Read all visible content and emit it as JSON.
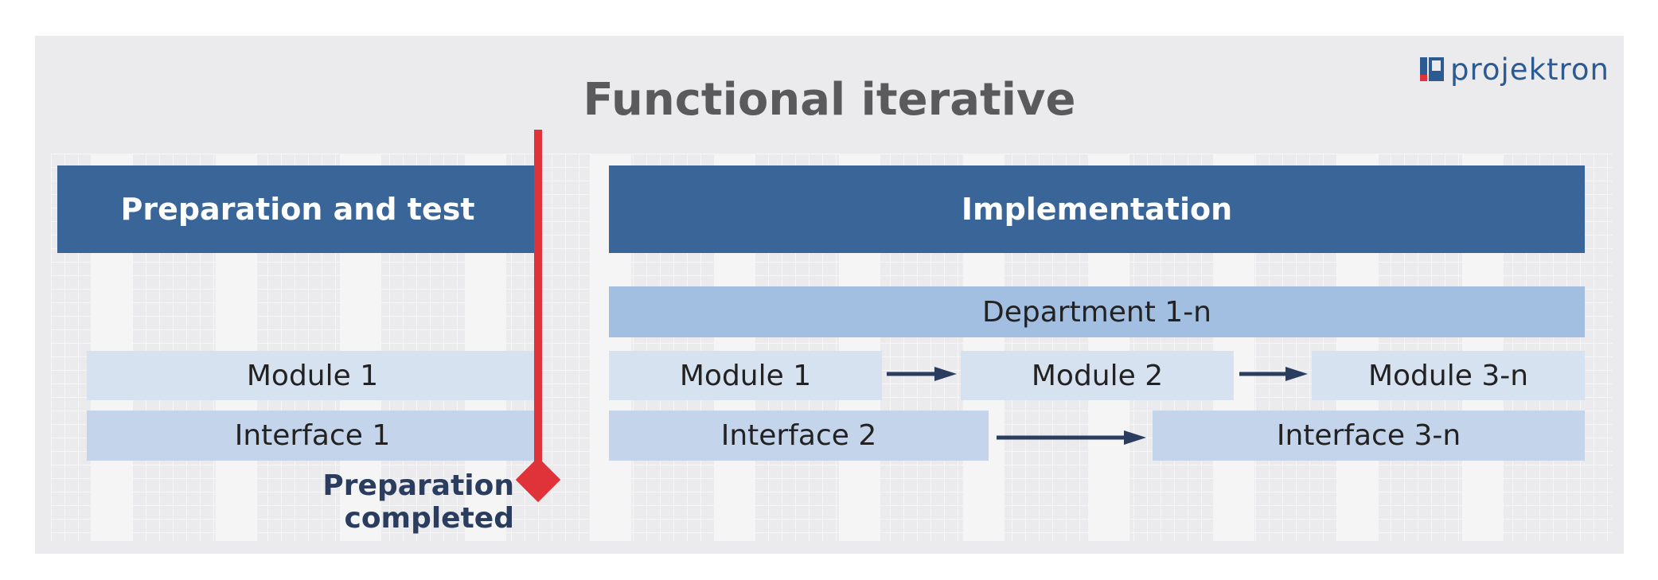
{
  "title": "Functional iterative",
  "logo": {
    "text": "projektron"
  },
  "phases": {
    "preparation": "Preparation and test",
    "implementation": "Implementation"
  },
  "bars": {
    "department": "Department  1-n",
    "prep_module_1": "Module 1",
    "prep_interface_1": "Interface 1",
    "impl_module_1": "Module 1",
    "impl_module_2": "Module 2",
    "impl_module_3n": "Module 3-n",
    "impl_interface_2": "Interface 2",
    "impl_interface_3n": "Interface 3-n"
  },
  "milestone": {
    "label": "Preparation completed"
  },
  "colors": {
    "phase_header": "#3a6598",
    "department": "#a2bfe2",
    "module": "#d7e2f1",
    "interface": "#c4d5eb",
    "milestone": "#e03339",
    "arrow": "#2a3d5e",
    "logo": "#2c5b93"
  }
}
